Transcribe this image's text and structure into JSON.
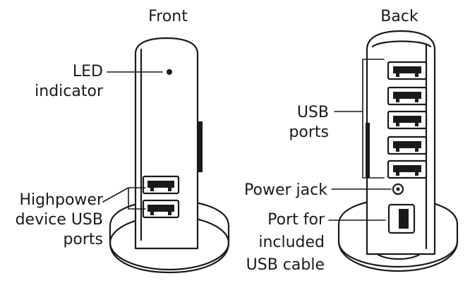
{
  "headings": {
    "front": "Front",
    "back": "Back"
  },
  "front_labels": {
    "led_line1": "LED",
    "led_line2": "indicator",
    "hp_line1": "Highpower",
    "hp_line2": "device USB",
    "hp_line3": "ports"
  },
  "back_labels": {
    "usb_line1": "USB",
    "usb_line2": "ports",
    "power_jack": "Power jack",
    "port_line1": "Port for",
    "port_line2": "included",
    "port_line3": "USB cable"
  }
}
